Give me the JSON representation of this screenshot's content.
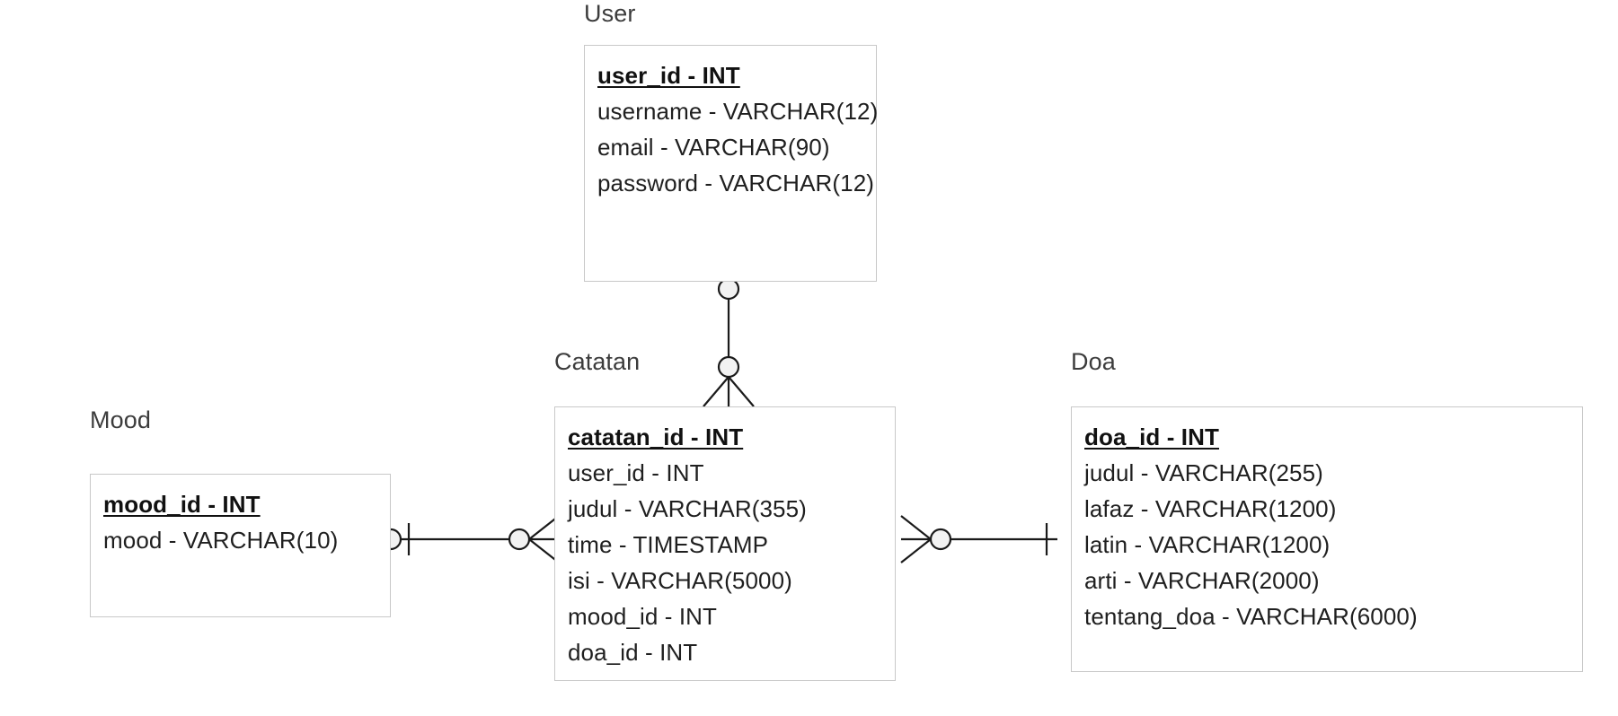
{
  "diagram": {
    "type": "entity-relationship-diagram",
    "notation": "crow's foot",
    "background_color": "#ffffff",
    "line_color": "#1a1a1a",
    "box_border_color": "#c8c8c8",
    "text_color": "#1f1f1f"
  },
  "entities": {
    "user": {
      "title": "User",
      "attributes": [
        "user_id - INT",
        "username - VARCHAR(12)",
        "email - VARCHAR(90)",
        "password - VARCHAR(12)"
      ]
    },
    "mood": {
      "title": "Mood",
      "attributes": [
        "mood_id - INT",
        "mood - VARCHAR(10)"
      ]
    },
    "catatan": {
      "title": "Catatan",
      "attributes": [
        "catatan_id - INT",
        "user_id - INT",
        "judul - VARCHAR(355)",
        "time - TIMESTAMP",
        "isi - VARCHAR(5000)",
        "mood_id - INT",
        "doa_id - INT"
      ]
    },
    "doa": {
      "title": "Doa",
      "attributes": [
        "doa_id - INT",
        "judul - VARCHAR(255)",
        "lafaz - VARCHAR(1200)",
        "latin - VARCHAR(1200)",
        "arti - VARCHAR(2000)",
        "tentang_doa - VARCHAR(6000)"
      ]
    }
  },
  "relationships": [
    {
      "from": "user",
      "to": "catatan",
      "from_cardinality": "zero-or-one",
      "to_cardinality": "zero-or-many",
      "orientation": "vertical"
    },
    {
      "from": "mood",
      "to": "catatan",
      "from_cardinality": "one-and-only-one-optional",
      "to_cardinality": "zero-or-many",
      "orientation": "horizontal"
    },
    {
      "from": "catatan",
      "to": "doa",
      "from_cardinality": "zero-or-many",
      "to_cardinality": "one-and-only-one",
      "orientation": "horizontal"
    }
  ]
}
